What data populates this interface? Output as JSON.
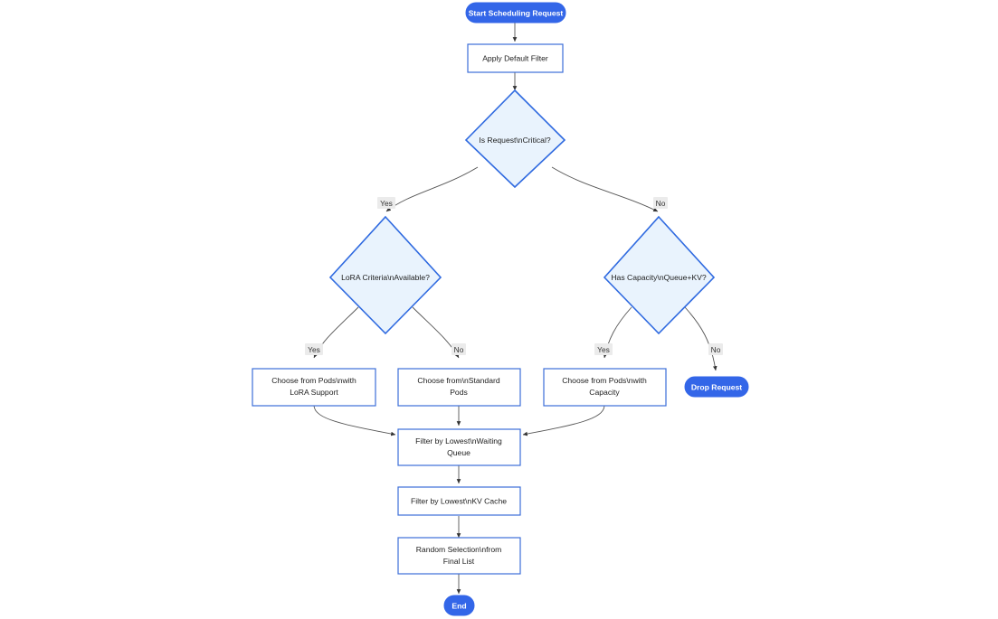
{
  "diagram": {
    "type": "flowchart",
    "title": "Scheduling Request Flowchart",
    "direction": "top-down",
    "colors": {
      "terminal_fill": "#3366e8",
      "terminal_text": "#ffffff",
      "process_fill": "#ffffff",
      "process_border": "#3d6fd8",
      "decision_fill": "#e9f3fd",
      "decision_border": "#2f6ae0",
      "edge_stroke": "#555555",
      "edge_label_chip": "#ebebeb",
      "node_text": "#1c1c1c",
      "background": "#ffffff"
    },
    "nodes": [
      {
        "id": "start",
        "shape": "stadium",
        "label": "Start Scheduling Request"
      },
      {
        "id": "apply_filter",
        "shape": "rect",
        "label": "Apply Default Filter"
      },
      {
        "id": "is_critical",
        "shape": "diamond",
        "label": "Is Request\\nCritical?"
      },
      {
        "id": "lora_criteria",
        "shape": "diamond",
        "label": "LoRA Criteria\\nAvailable?"
      },
      {
        "id": "has_capacity",
        "shape": "diamond",
        "label": "Has Capacity\\nQueue+KV?"
      },
      {
        "id": "pods_lora",
        "shape": "rect",
        "label_line1": "Choose from Pods\\nwith",
        "label_line2": "LoRA Support"
      },
      {
        "id": "pods_standard",
        "shape": "rect",
        "label_line1": "Choose from\\nStandard",
        "label_line2": "Pods"
      },
      {
        "id": "pods_capacity",
        "shape": "rect",
        "label_line1": "Choose from Pods\\nwith",
        "label_line2": "Capacity"
      },
      {
        "id": "drop_request",
        "shape": "stadium",
        "label": "Drop Request"
      },
      {
        "id": "filter_queue",
        "shape": "rect",
        "label_line1": "Filter by Lowest\\nWaiting",
        "label_line2": "Queue"
      },
      {
        "id": "filter_kv",
        "shape": "rect",
        "label": "Filter by Lowest\\nKV Cache"
      },
      {
        "id": "random_select",
        "shape": "rect",
        "label_line1": "Random Selection\\nfrom",
        "label_line2": "Final List"
      },
      {
        "id": "end",
        "shape": "stadium",
        "label": "End"
      }
    ],
    "edges": [
      {
        "from": "start",
        "to": "apply_filter",
        "label": ""
      },
      {
        "from": "apply_filter",
        "to": "is_critical",
        "label": ""
      },
      {
        "from": "is_critical",
        "to": "lora_criteria",
        "label": "Yes"
      },
      {
        "from": "is_critical",
        "to": "has_capacity",
        "label": "No"
      },
      {
        "from": "lora_criteria",
        "to": "pods_lora",
        "label": "Yes"
      },
      {
        "from": "lora_criteria",
        "to": "pods_standard",
        "label": "No"
      },
      {
        "from": "has_capacity",
        "to": "pods_capacity",
        "label": "Yes"
      },
      {
        "from": "has_capacity",
        "to": "drop_request",
        "label": "No"
      },
      {
        "from": "pods_lora",
        "to": "filter_queue",
        "label": ""
      },
      {
        "from": "pods_standard",
        "to": "filter_queue",
        "label": ""
      },
      {
        "from": "pods_capacity",
        "to": "filter_queue",
        "label": ""
      },
      {
        "from": "filter_queue",
        "to": "filter_kv",
        "label": ""
      },
      {
        "from": "filter_kv",
        "to": "random_select",
        "label": ""
      },
      {
        "from": "random_select",
        "to": "end",
        "label": ""
      }
    ],
    "edge_labels": {
      "critical_yes": "Yes",
      "critical_no": "No",
      "lora_yes": "Yes",
      "lora_no": "No",
      "capacity_yes": "Yes",
      "capacity_no": "No"
    },
    "node_text": {
      "start": "Start Scheduling Request",
      "apply_filter": "Apply Default Filter",
      "is_critical": "Is Request\\nCritical?",
      "lora_criteria": "LoRA Criteria\\nAvailable?",
      "has_capacity": "Has Capacity\\nQueue+KV?",
      "pods_lora_l1": "Choose from Pods\\nwith",
      "pods_lora_l2": "LoRA Support",
      "pods_standard_l1": "Choose from\\nStandard",
      "pods_standard_l2": "Pods",
      "pods_capacity_l1": "Choose from Pods\\nwith",
      "pods_capacity_l2": "Capacity",
      "drop_request": "Drop Request",
      "filter_queue_l1": "Filter by Lowest\\nWaiting",
      "filter_queue_l2": "Queue",
      "filter_kv": "Filter by Lowest\\nKV Cache",
      "random_select_l1": "Random Selection\\nfrom",
      "random_select_l2": "Final List",
      "end": "End"
    }
  }
}
